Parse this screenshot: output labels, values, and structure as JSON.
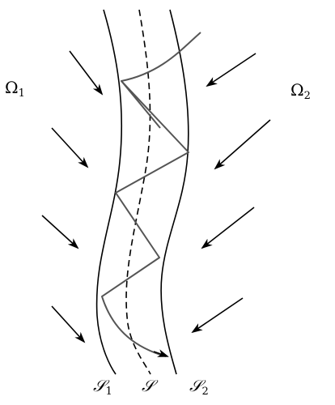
{
  "labels": {
    "omega1": {
      "main": "Ω",
      "sub": "1"
    },
    "omega2": {
      "main": "Ω",
      "sub": "2"
    },
    "s1": {
      "main": "𝒮",
      "sub": "1"
    },
    "s": {
      "main": "𝒮",
      "sub": ""
    },
    "s2": {
      "main": "𝒮",
      "sub": "2"
    }
  },
  "colors": {
    "boundary": "#000000",
    "path": "#555555",
    "arrow": "#000000",
    "background": "#ffffff"
  }
}
